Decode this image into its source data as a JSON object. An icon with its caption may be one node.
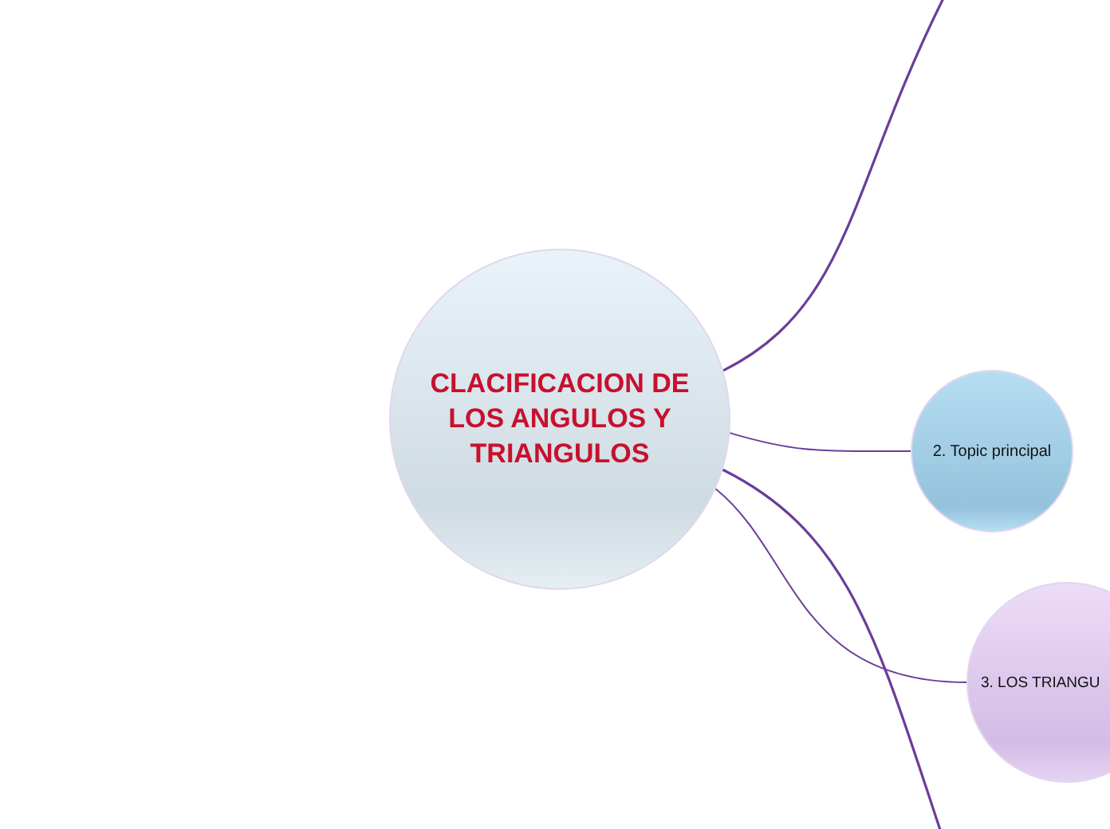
{
  "diagram": {
    "nodes": [
      {
        "text": [
          "CLACIFICACION DE LOS ANGULOS Y TRIANGULOS"
        ]
      },
      {
        "text": [
          "2. Topic principal"
        ]
      },
      {
        "text": [
          "3. LOS TRIANGU"
        ]
      }
    ],
    "edges": [
      {
        "from": 0,
        "to": null,
        "arrow": "none"
      },
      {
        "from": 0,
        "to": 1,
        "arrow": "none"
      },
      {
        "from": 0,
        "to": 2,
        "arrow": "none"
      },
      {
        "from": 0,
        "to": null,
        "arrow": "none"
      }
    ]
  }
}
